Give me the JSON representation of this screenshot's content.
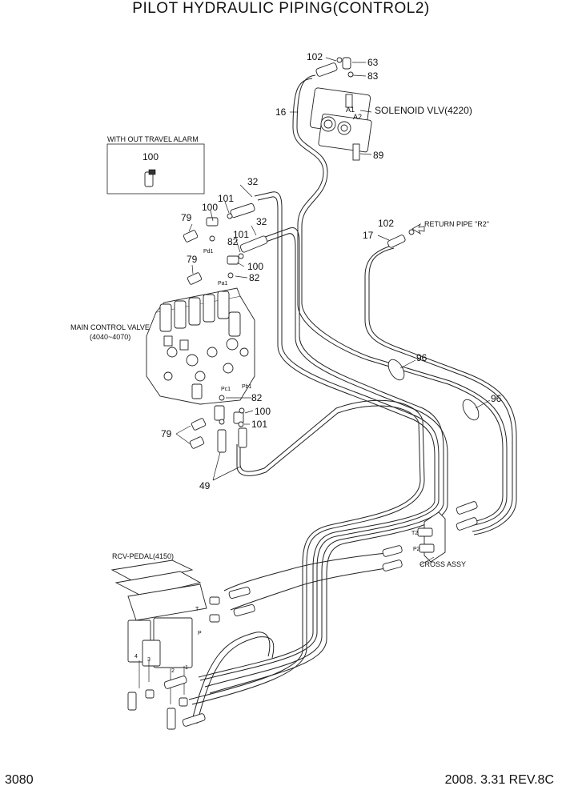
{
  "header": {
    "title": "PILOT HYDRAULIC PIPING(CONTROL2)"
  },
  "footer": {
    "page_number": "3080",
    "revision": "2008. 3.31  REV.8C"
  },
  "components": {
    "solenoid": "SOLENOID VLV(4220)",
    "return_pipe": "RETURN PIPE \"R2\"",
    "travel_alarm": "WITH OUT TRAVEL ALARM",
    "main_valve_1": "MAIN CONTROL VALVE",
    "main_valve_2": "(4040~4070)",
    "rcv_pedal": "RCV-PEDAL(4150)",
    "cross_assy": "CROSS ASSY"
  },
  "part_labels": {
    "p102a": "102",
    "p63": "63",
    "p83": "83",
    "p16": "16",
    "p89": "89",
    "p100box": "100",
    "p32a": "32",
    "p101a": "101",
    "p100a": "100",
    "p79a": "79",
    "p82a": "82",
    "p32b": "32",
    "p101b": "101",
    "p79b": "79",
    "p100b": "100",
    "p82b": "82",
    "p102b": "102",
    "p17": "17",
    "p96a": "96",
    "p96b": "96",
    "p82c": "82",
    "p100c": "100",
    "p101c": "101",
    "p79c": "79",
    "p49": "49"
  },
  "port_labels": {
    "a1": "A1",
    "a2": "A2",
    "pd1": "Pd1",
    "pa1": "Pa1",
    "pc1": "Pc1",
    "pb1": "Pb1",
    "t2": "T2",
    "p2": "P2",
    "t": "T",
    "p": "P",
    "n4": "4",
    "n3": "3",
    "n2": "2",
    "n1": "1"
  }
}
